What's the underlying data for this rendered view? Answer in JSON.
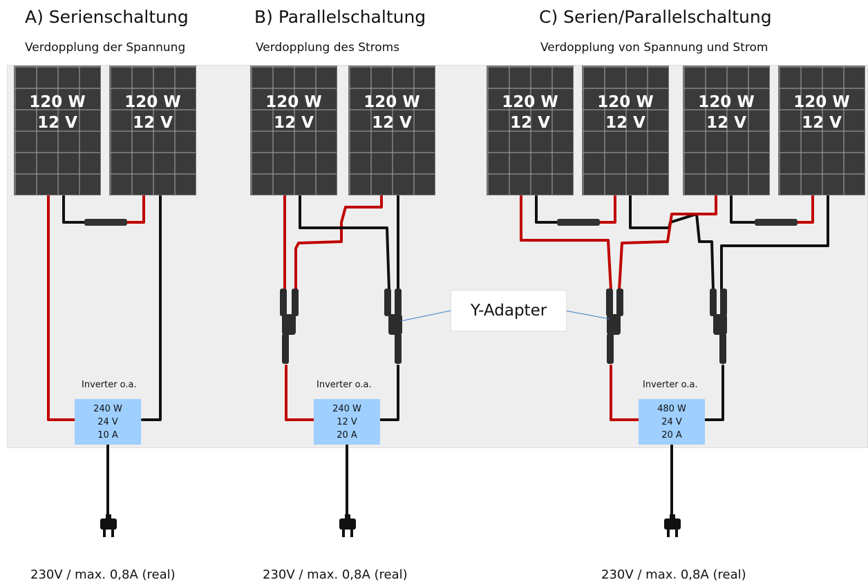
{
  "sections": [
    {
      "title": "A)  Serienschaltung",
      "subtitle": "Verdopplung der Spannung"
    },
    {
      "title": "B) Parallelschaltung",
      "subtitle": "Verdopplung des Stroms"
    },
    {
      "title": "C) Serien/Parallelschaltung",
      "subtitle": "Verdopplung von Spannung und Strom"
    }
  ],
  "panel": {
    "power": "120 W",
    "voltage": "12 V"
  },
  "inverter_caption": "Inverter o.a.",
  "inverters": [
    {
      "power": "240 W",
      "voltage": "24 V",
      "current": "10 A"
    },
    {
      "power": "240 W",
      "voltage": "12 V",
      "current": "20 A"
    },
    {
      "power": "480 W",
      "voltage": "24 V",
      "current": "20 A"
    }
  ],
  "y_adapter_label": "Y-Adapter",
  "outlet_label": "230V / max. 0,8A (real)",
  "colors": {
    "positive_wire": "#c00000",
    "negative_wire": "#111111",
    "inverter": "#9ecfff",
    "panel": "#3a3a3a",
    "background": "#eeeeee"
  },
  "icons": [
    "plug-icon",
    "solar-panel",
    "y-adapter-connector"
  ]
}
